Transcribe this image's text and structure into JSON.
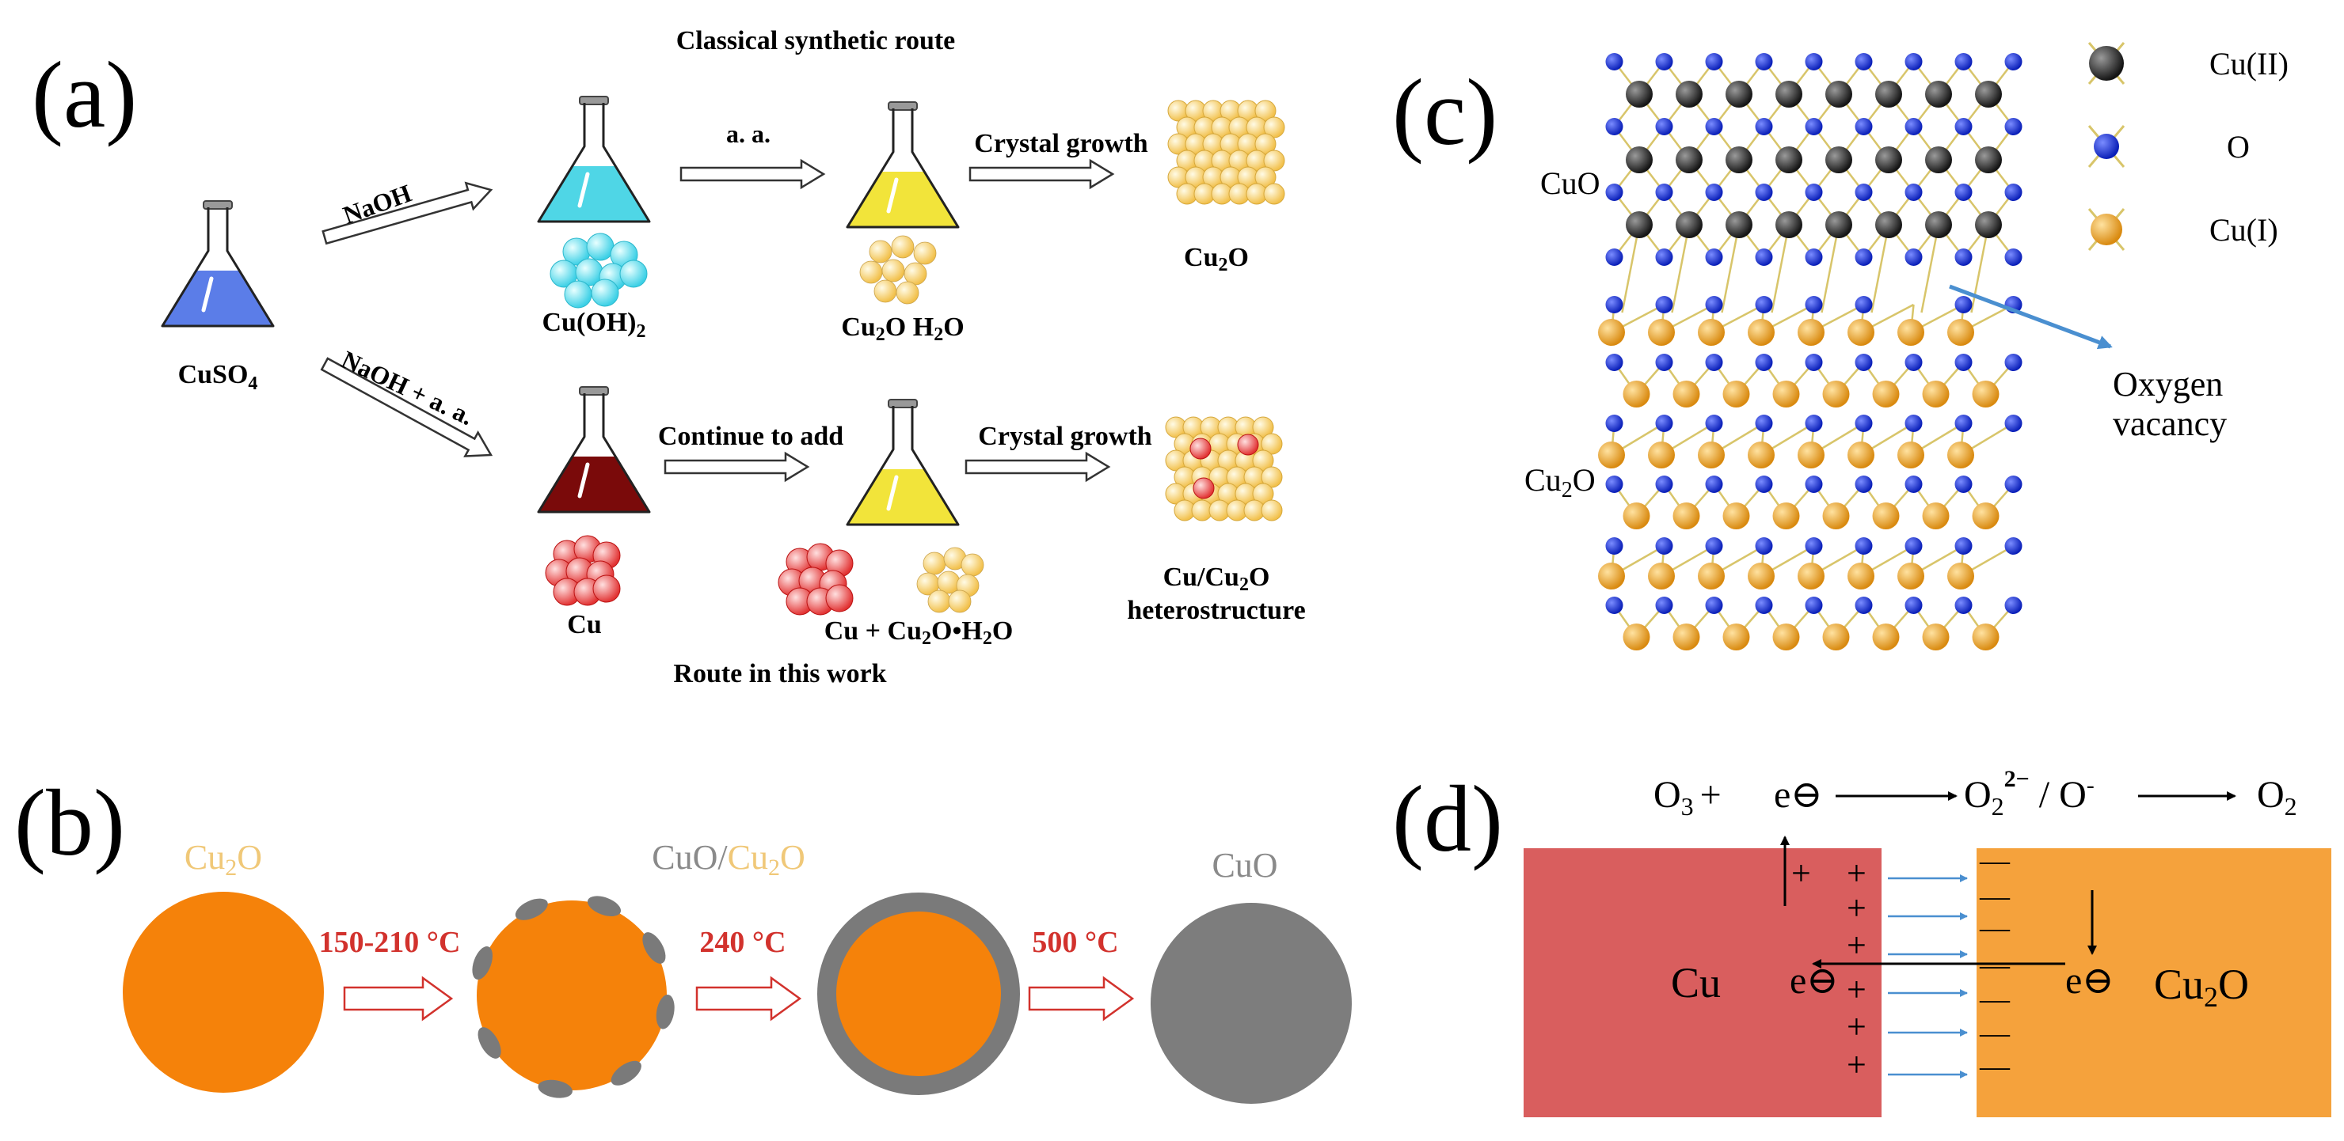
{
  "panel_a": {
    "label": "(a)",
    "classical_title": "Classical synthetic route",
    "work_title": "Route in this work",
    "cuso4": "CuSO",
    "cuso4_sub": "4",
    "naoh": "NaOH",
    "naoh_aa": "NaOH + a. a.",
    "aa": "a. a.",
    "crystal_growth": "Crystal growth",
    "continue_add": "Continue to add",
    "cuoh2": "Cu(OH)",
    "cuoh2_sub": "2",
    "cu2o_h2o_a": "Cu",
    "cu2o_h2o_b": "O H",
    "cu2o_h2o_c": "O",
    "cu2o_a": "Cu",
    "cu2o_b": "O",
    "cu": "Cu",
    "cu_plus_a": "Cu + Cu",
    "cu_plus_b": "O•H",
    "cu_plus_c": "O",
    "hetero_a": "Cu/Cu",
    "hetero_b": "O",
    "hetero_line2": "heterostructure"
  },
  "panel_b": {
    "label": "(b)",
    "cu2o_a": "Cu",
    "cu2o_b": "O",
    "mixed_cuo": "CuO/",
    "mixed_cu": "Cu",
    "mixed_o": "O",
    "cuo": "CuO",
    "temp1": "150-210 °C",
    "temp2": "240 °C",
    "temp3": "500 °C"
  },
  "panel_c": {
    "label": "(c)",
    "cuo": "CuO",
    "cu2o_a": "Cu",
    "cu2o_b": "O",
    "legend": [
      "Cu(II)",
      "O",
      "Cu(I)"
    ],
    "vacancy_line1": "Oxygen",
    "vacancy_line2": "vacancy"
  },
  "panel_d": {
    "label": "(d)",
    "eq_o3": "O",
    "eq_plus": "+",
    "eq_e": "e⊖",
    "eq_o2": "O",
    "eq_mid": "/ O",
    "eq_o2b": "O",
    "cu": "Cu",
    "e_left": "e⊖",
    "e_right": "e⊖",
    "cu2o_a": "Cu",
    "cu2o_b": "O",
    "plus": "+",
    "minus": "—"
  },
  "colors": {
    "cyan": "#4fd6e6",
    "blue_flask": "#5b7de8",
    "yellow": "#f2e43a",
    "darkred": "#7a0a0a",
    "orange": "#f5820a",
    "gray": "#8a8a8a",
    "red_text": "#d2322d",
    "cu_red": "#d95e5e",
    "cu2o_orange": "#f5a23c",
    "arrow_blue": "#4a8fd0",
    "cu2o_label": "#f0c878"
  }
}
